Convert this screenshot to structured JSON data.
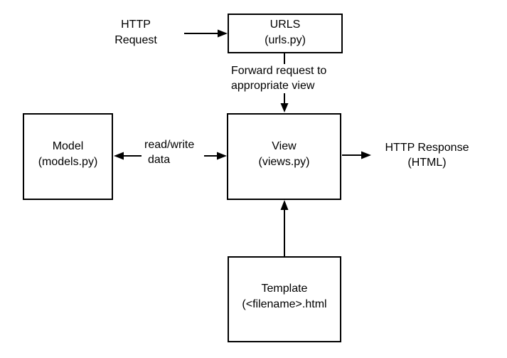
{
  "nodes": {
    "urls": {
      "title": "URLS",
      "subtitle": "(urls.py)"
    },
    "model": {
      "title": "Model",
      "subtitle": "(models.py)"
    },
    "view": {
      "title": "View",
      "subtitle": "(views.py)"
    },
    "template": {
      "title": "Template",
      "subtitle": "(<filename>.html"
    }
  },
  "labels": {
    "http_request": {
      "line1": "HTTP",
      "line2": "Request"
    },
    "forward_request": {
      "line1": "Forward request to",
      "line2": "appropriate view"
    },
    "read_write": {
      "line1": "read/write",
      "line2": "data"
    },
    "http_response": {
      "line1": "HTTP Response",
      "line2": "(HTML)"
    }
  },
  "edges": [
    {
      "from": "http-request-label",
      "to": "urls-box",
      "direction": "right",
      "label": ""
    },
    {
      "from": "urls-box",
      "to": "view-box",
      "direction": "down",
      "label": "Forward request to appropriate view"
    },
    {
      "from": "view-box",
      "to": "model-box",
      "direction": "both",
      "label": "read/write data"
    },
    {
      "from": "view-box",
      "to": "http-response-label",
      "direction": "right",
      "label": ""
    },
    {
      "from": "template-box",
      "to": "view-box",
      "direction": "up",
      "label": ""
    }
  ],
  "colors": {
    "line": "#000000",
    "text": "#000000",
    "background": "#ffffff"
  }
}
